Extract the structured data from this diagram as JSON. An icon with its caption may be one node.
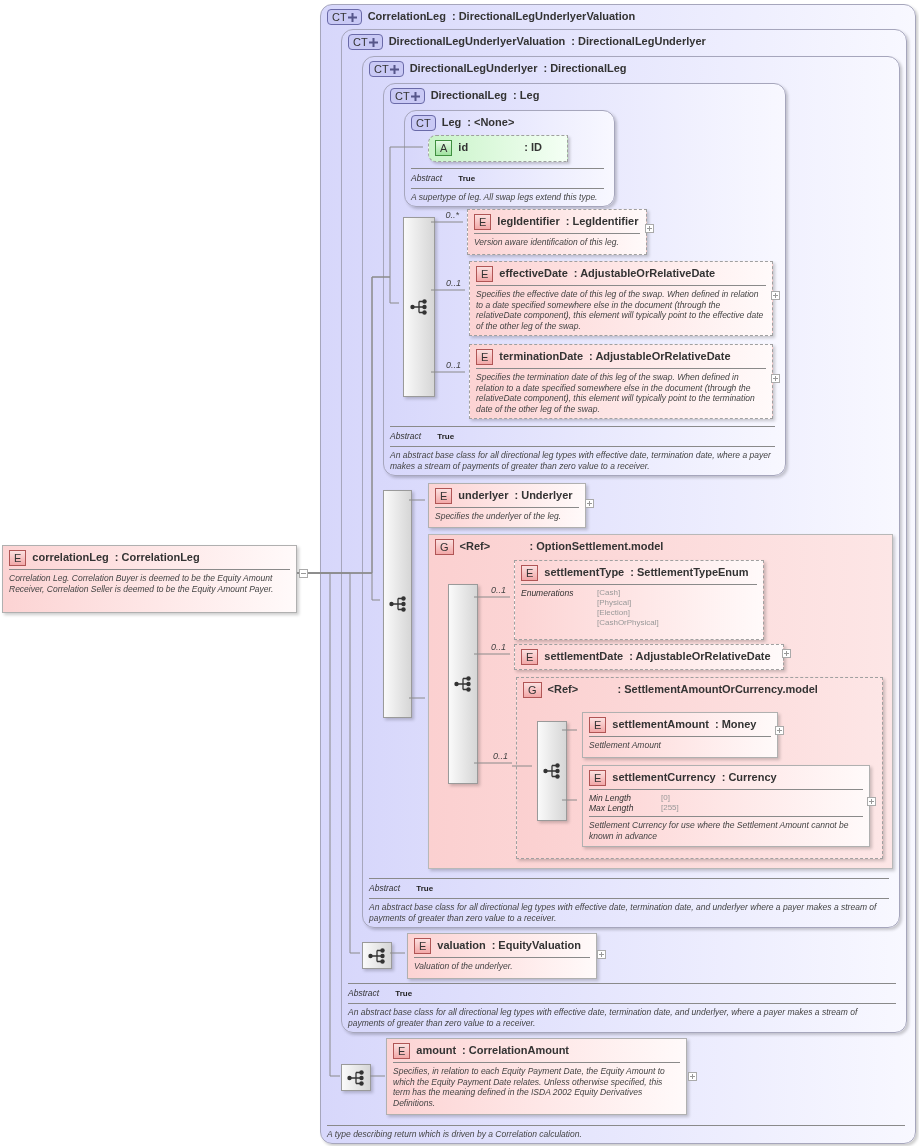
{
  "diagram": {
    "nodes": [
      {
        "text": [
          "E",
          "correlationLeg",
          ": CorrelationLeg",
          "Correlation Leg. Correlation Buyer is deemed to be the Equity Amount Receiver, Correlation Seller is deemed to be the Equity Amount Payer."
        ]
      },
      {
        "text": [
          "CT",
          "CorrelationLeg",
          ": DirectionalLegUnderlyerValuation",
          "A type describing return which is driven by a Correlation calculation."
        ]
      },
      {
        "in": 1,
        "text": [
          "CT",
          "DirectionalLegUnderlyerValuation",
          ": DirectionalLegUnderlyer",
          "Abstract",
          "True",
          "An abstract base class for all directional leg types with effective date, termination date, and underlyer, where a payer makes a stream of payments of greater than zero value to a receiver."
        ]
      },
      {
        "in": 2,
        "text": [
          "CT",
          "DirectionalLegUnderlyer",
          ": DirectionalLeg",
          "Abstract",
          "True",
          "An abstract base class for all directional leg types with effective date, termination date, and underlyer where a payer makes a stream of payments of greater than zero value to a receiver."
        ]
      },
      {
        "in": 3,
        "text": [
          "CT",
          "DirectionalLeg",
          ": Leg",
          "Abstract",
          "True",
          "An abstract base class for all directional leg types with effective date, termination date, where a payer makes a stream of payments of greater than zero value to a receiver."
        ]
      },
      {
        "in": 4,
        "text": [
          "CT",
          "Leg",
          ": <None>",
          "Abstract",
          "True",
          "A supertype of leg. All swap legs extend this type."
        ]
      },
      {
        "in": 5,
        "text": [
          "A",
          "id",
          ": ID"
        ]
      },
      {
        "text": [],
        "shape": "bar",
        "in": 4
      },
      {
        "in": 4,
        "text": [
          "E",
          "legIdentifier",
          ": LegIdentifier",
          "Version aware identification of this leg."
        ]
      },
      {
        "in": 4,
        "text": [
          "E",
          "effectiveDate",
          ": AdjustableOrRelativeDate",
          "Specifies the effective date of this leg of the swap. When defined in relation to a date specified somewhere else in the document (through the relativeDate component), this element will typically point to the effective date of the other leg of the swap."
        ]
      },
      {
        "in": 4,
        "text": [
          "E",
          "terminationDate",
          ": AdjustableOrRelativeDate",
          "Specifies the termination date of this leg of the swap. When defined in relation to a date specified somewhere else in the document (through the relativeDate component), this element will typically point to the termination date of the other leg of the swap."
        ]
      },
      {
        "text": [],
        "shape": "bar",
        "in": 3
      },
      {
        "in": 3,
        "text": [
          "E",
          "underlyer",
          ": Underlyer",
          "Specifies the underlyer of the leg."
        ]
      },
      {
        "in": 3,
        "text": [
          "G",
          "<Ref>",
          ": OptionSettlement.model"
        ]
      },
      {
        "text": [],
        "shape": "bar",
        "in": 13
      },
      {
        "in": 13,
        "text": [
          "E",
          "settlementType",
          ": SettlementTypeEnum",
          "Enumerations",
          "[Cash]",
          "[Physical]",
          "[Election]",
          "[CashOrPhysical]"
        ]
      },
      {
        "in": 13,
        "text": [
          "E",
          "settlementDate",
          ": AdjustableOrRelativeDate"
        ]
      },
      {
        "in": 13,
        "text": [
          "G",
          "<Ref>",
          ": SettlementAmountOrCurrency.model"
        ]
      },
      {
        "text": [],
        "shape": "bar",
        "in": 17
      },
      {
        "in": 17,
        "text": [
          "E",
          "settlementAmount",
          ": Money",
          "Settlement Amount"
        ]
      },
      {
        "in": 17,
        "text": [
          "E",
          "settlementCurrency",
          ": Currency",
          "Min Length",
          "[0]",
          "Max Length",
          "[255]",
          "Settlement Currency for use where the Settlement Amount cannot be known in advance"
        ]
      },
      {
        "text": [],
        "shape": "bar",
        "in": 2
      },
      {
        "in": 2,
        "text": [
          "E",
          "valuation",
          ": EquityValuation",
          "Valuation of the underlyer."
        ]
      },
      {
        "text": [],
        "shape": "bar",
        "in": 1
      },
      {
        "in": 1,
        "text": [
          "E",
          "amount",
          ": CorrelationAmount",
          "Specifies, in relation to each Equity Payment Date, the Equity Amount to which the Equity Payment Date relates. Unless otherwise specified, this term has the meaning defined in the ISDA 2002 Equity Derivatives Definitions."
        ]
      }
    ],
    "edges": [
      {
        "from": 0,
        "to": 6,
        "arrow": "none"
      },
      {
        "from": 0,
        "to": 7,
        "arrow": "none"
      },
      {
        "from": 0,
        "to": 11,
        "arrow": "none"
      },
      {
        "from": 0,
        "to": 21,
        "arrow": "none"
      },
      {
        "from": 0,
        "to": 23,
        "arrow": "none"
      },
      {
        "from": 7,
        "to": 8,
        "arrow": "none",
        "label": "0..*"
      },
      {
        "from": 7,
        "to": 9,
        "arrow": "none",
        "label": "0..1"
      },
      {
        "from": 7,
        "to": 10,
        "arrow": "none",
        "label": "0..1"
      },
      {
        "from": 11,
        "to": 12,
        "arrow": "none"
      },
      {
        "from": 11,
        "to": 13,
        "arrow": "none"
      },
      {
        "from": 14,
        "to": 15,
        "arrow": "none",
        "label": "0..1"
      },
      {
        "from": 14,
        "to": 16,
        "arrow": "none",
        "label": "0..1"
      },
      {
        "from": 14,
        "to": 17,
        "arrow": "none",
        "label": "0..1"
      },
      {
        "from": 17,
        "to": 18,
        "arrow": "none"
      },
      {
        "from": 18,
        "to": 19,
        "arrow": "none"
      },
      {
        "from": 18,
        "to": 20,
        "arrow": "none"
      },
      {
        "from": 21,
        "to": 22,
        "arrow": "none"
      },
      {
        "from": 23,
        "to": 24,
        "arrow": "none"
      }
    ]
  }
}
